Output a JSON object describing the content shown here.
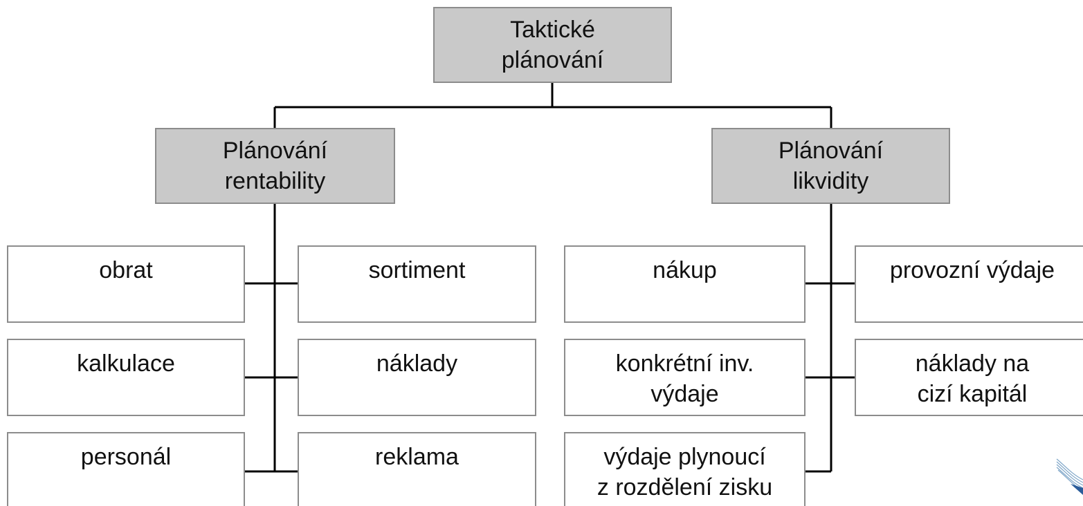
{
  "root": {
    "lines": [
      "Taktické",
      "plánování"
    ]
  },
  "left": {
    "header": {
      "lines": [
        "Plánování",
        "rentability"
      ]
    },
    "items": [
      {
        "lines": [
          "obrat"
        ]
      },
      {
        "lines": [
          "sortiment"
        ]
      },
      {
        "lines": [
          "kalkulace"
        ]
      },
      {
        "lines": [
          "náklady"
        ]
      },
      {
        "lines": [
          "personál"
        ]
      },
      {
        "lines": [
          "reklama"
        ]
      }
    ]
  },
  "right": {
    "header": {
      "lines": [
        "Plánování",
        "likvidity"
      ]
    },
    "items": [
      {
        "lines": [
          "nákup"
        ]
      },
      {
        "lines": [
          "provozní výdaje"
        ]
      },
      {
        "lines": [
          "konkrétní inv.",
          "výdaje"
        ]
      },
      {
        "lines": [
          "náklady na",
          "cizí kapitál"
        ]
      },
      {
        "lines": [
          "výdaje plynoucí",
          "z rozdělení zisku"
        ]
      }
    ]
  },
  "colors": {
    "header_fill": "#c9c9c9",
    "box_border": "#8c8c8c",
    "connector": "#000000"
  },
  "watermark": {
    "icon": "logo-swoosh-icon"
  }
}
